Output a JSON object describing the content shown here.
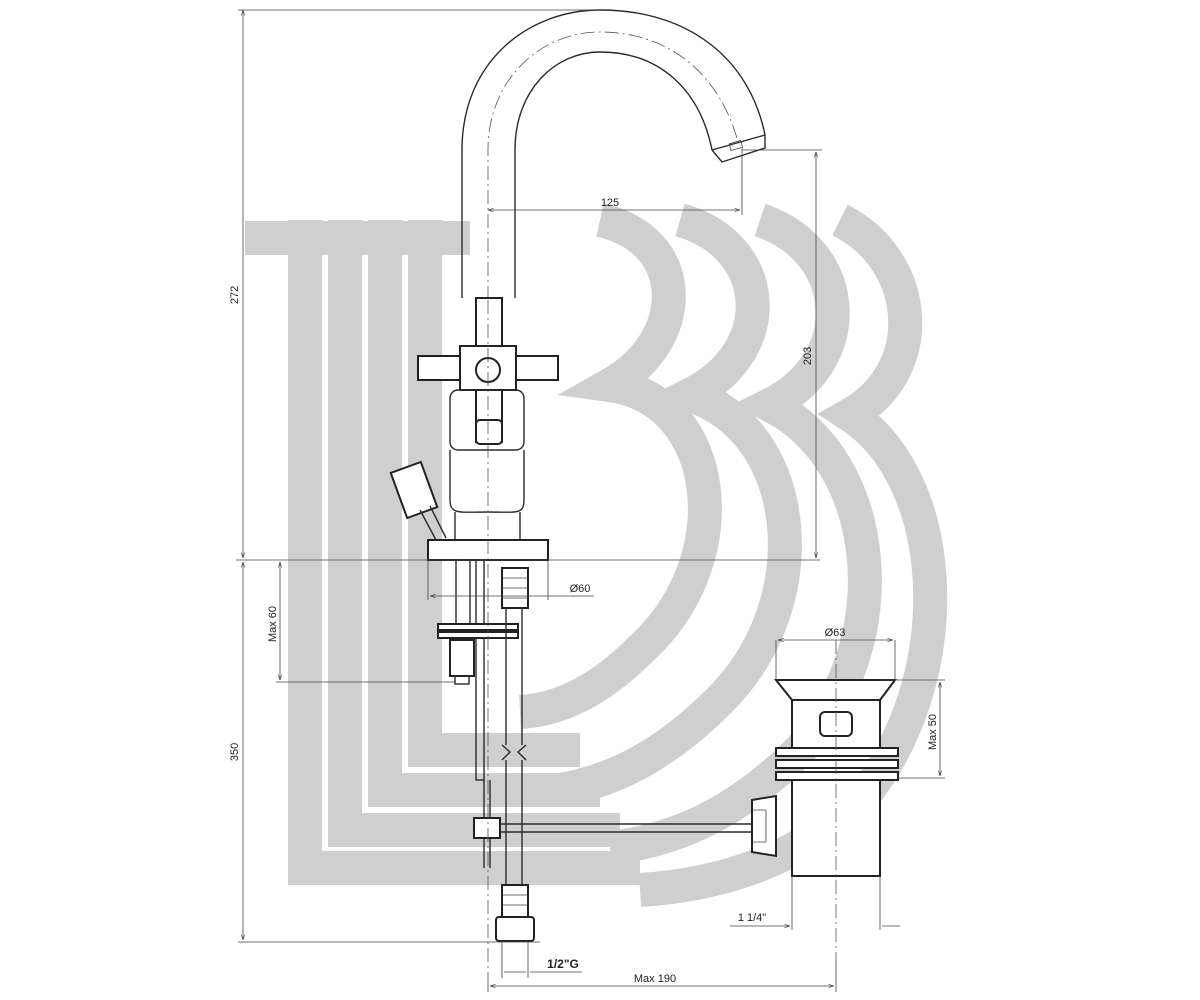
{
  "dimensions": {
    "height_upper": "272",
    "height_lower": "350",
    "spout_reach": "125",
    "spout_height": "203",
    "base_diameter": "Ø60",
    "max_thickness": "Max 60",
    "waste_diameter": "Ø63",
    "waste_max": "Max 50",
    "waste_thread": "1 1/4\"",
    "inlet_thread": "1/2\"G",
    "max_depth": "Max 190"
  },
  "watermark": {
    "color": "#cfcfcf",
    "shape": "stylized-B-logo"
  },
  "line_color": "#222222"
}
